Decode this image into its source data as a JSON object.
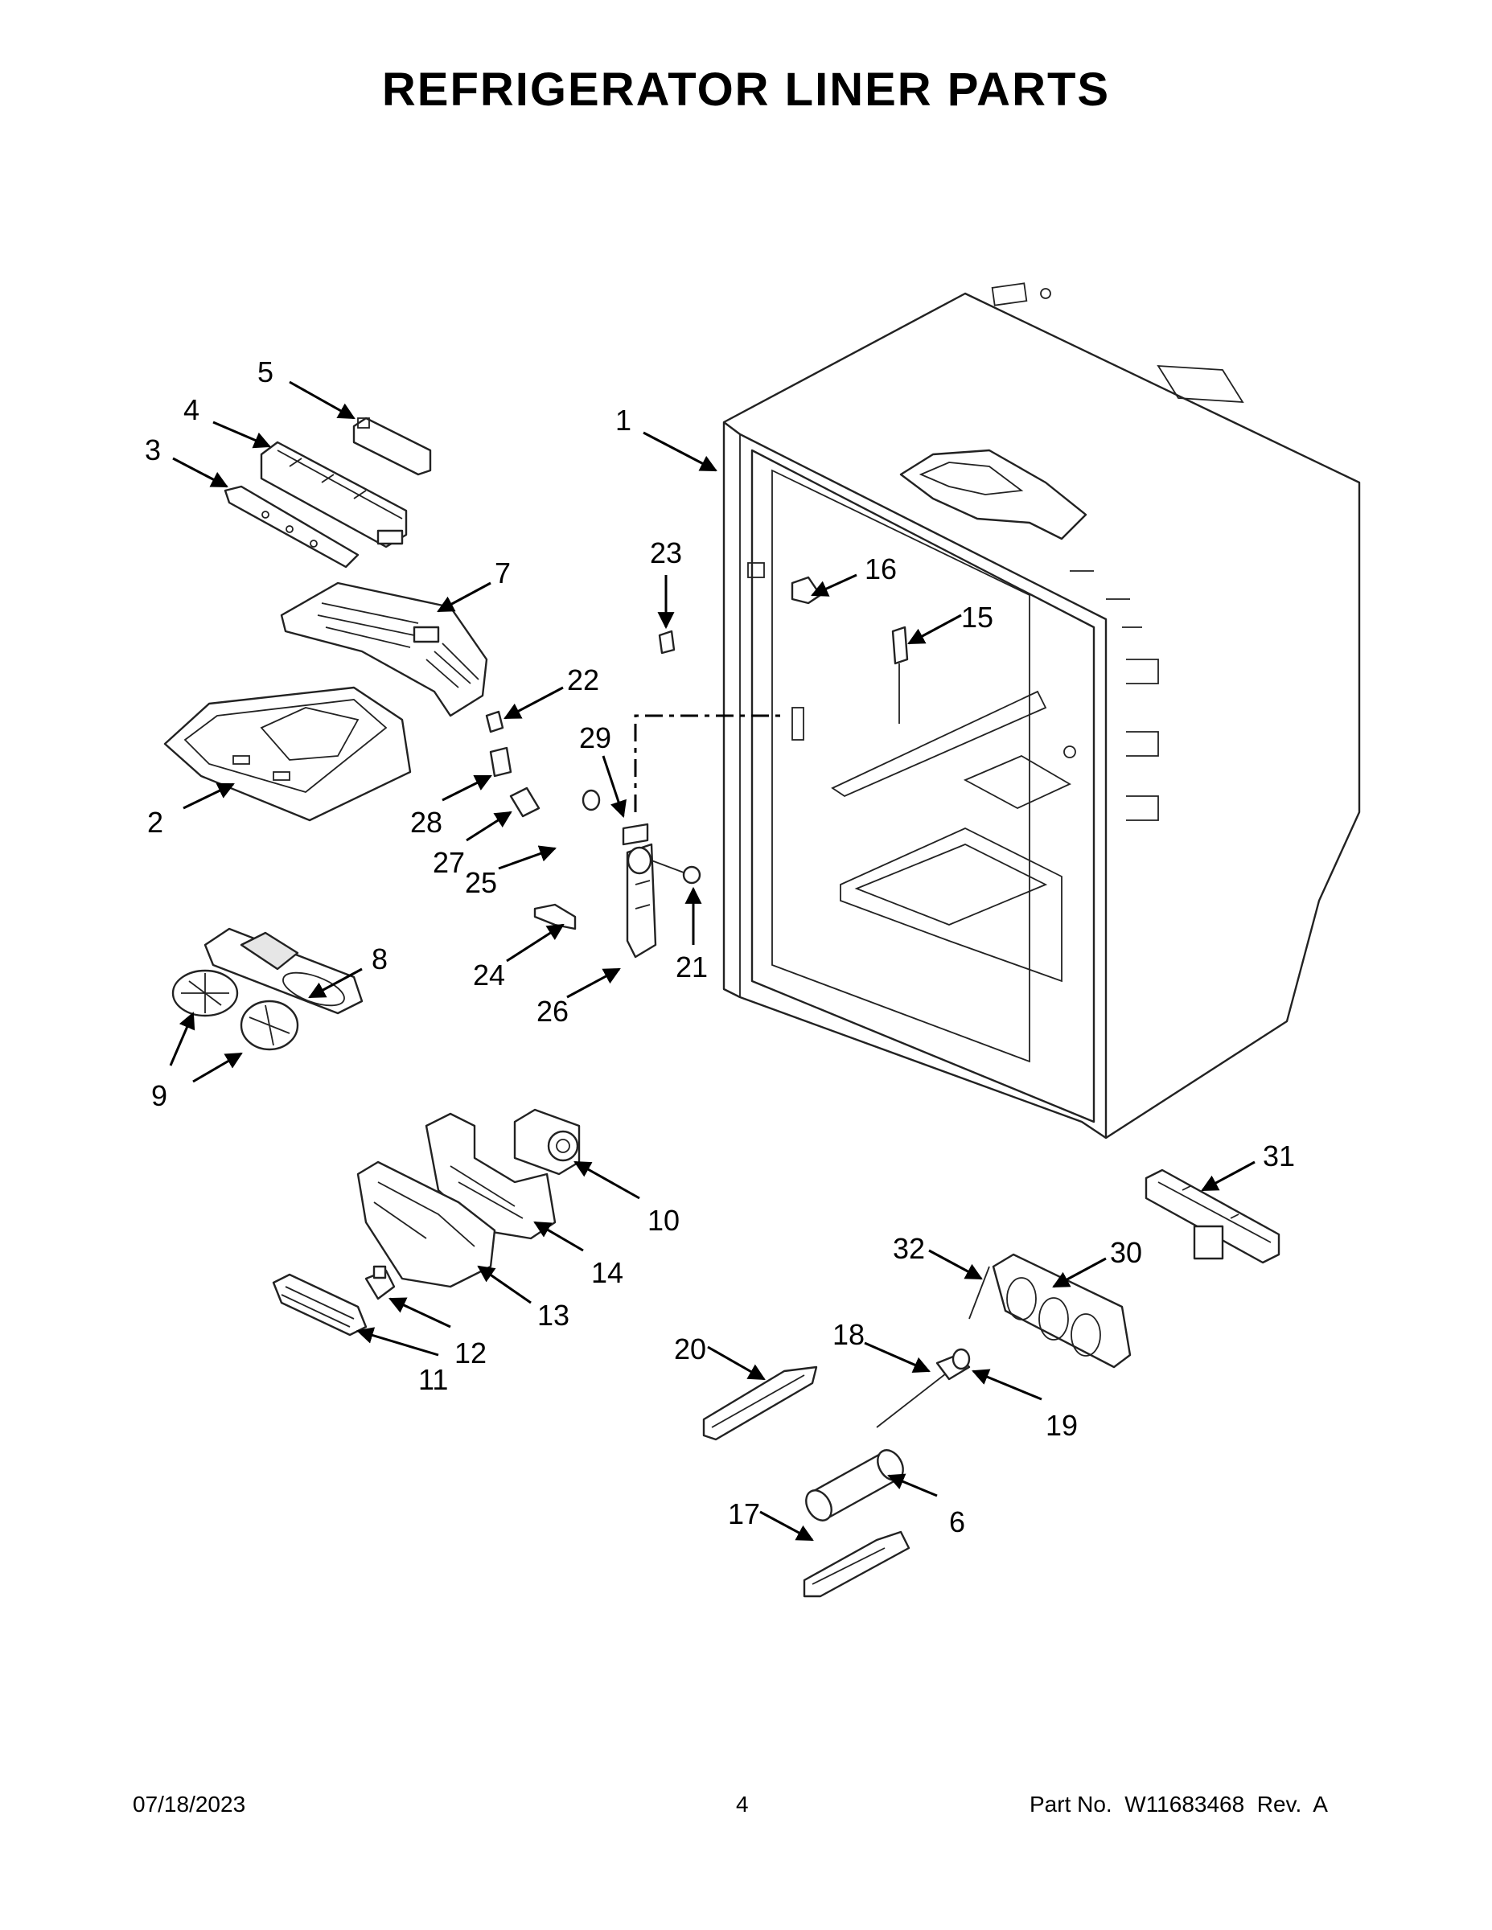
{
  "title": "REFRIGERATOR LINER PARTS",
  "footer": {
    "date": "07/18/2023",
    "page": "4",
    "part_no": "Part No.  W11683468  Rev.  A"
  },
  "callouts": [
    "1",
    "2",
    "3",
    "4",
    "5",
    "6",
    "7",
    "8",
    "9",
    "10",
    "11",
    "12",
    "13",
    "14",
    "15",
    "16",
    "17",
    "18",
    "19",
    "20",
    "21",
    "22",
    "23",
    "24",
    "25",
    "26",
    "27",
    "28",
    "29",
    "30",
    "31",
    "32"
  ]
}
